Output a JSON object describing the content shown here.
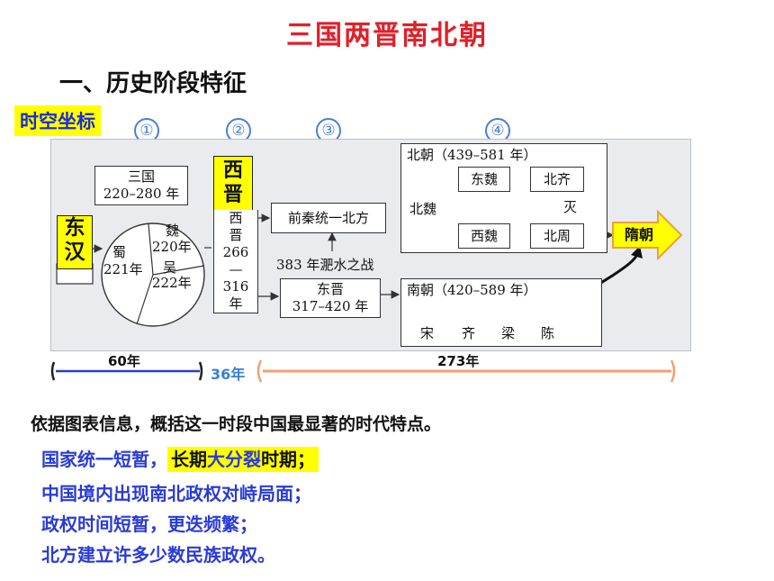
{
  "title": "三国两晋南北朝",
  "subtitle": "一、历史阶段特征",
  "tag": "时空坐标",
  "markers": [
    "①",
    "②",
    "③",
    "④"
  ],
  "diagram": {
    "donghan": "东汉",
    "sanguo_line1": "三国",
    "sanguo_line2": "220–280 年",
    "wei_line1": "魏",
    "wei_line2": "220年",
    "shu_line1": "蜀",
    "shu_line2": "221年",
    "wu_line1": "吴",
    "wu_line2": "222年",
    "xijin_label": "西晋",
    "xijin_box": [
      "西",
      "晋",
      "266",
      "—",
      "316",
      "年"
    ],
    "qianqin": "前秦统一北方",
    "feishui": "383 年淝水之战",
    "dongjin_line1": "东晋",
    "dongjin_line2": "317–420 年",
    "beichao": "北朝（439–581 年）",
    "beiwei": "北魏",
    "dongwei": "东魏",
    "xiwei": "西魏",
    "beiqi": "北齐",
    "beizhou": "北周",
    "mie": "灭",
    "nanchao": "南朝（420–589 年）",
    "nanchao_seq": [
      "宋",
      "齐",
      "梁",
      "陈"
    ],
    "suichao": "隋朝"
  },
  "spans": {
    "s1": "60年",
    "s2": "36年",
    "s3": "273年"
  },
  "question": "依据图表信息，概括这一时段中国最显著的时代特点。",
  "answers": {
    "a1_prefix": "国家统一短暂，",
    "a1_hl_part1": "长期",
    "a1_hl_part2": "大分裂",
    "a1_hl_part3": "时期；",
    "a2": "中国境内出现南北政权对峙局面；",
    "a3": "政权时间短暂，更迭频繁；",
    "a4": "北方建立许多少数民族政权。"
  },
  "colors": {
    "title": "#e0202a",
    "blue": "#2a3bd6",
    "highlight": "#ffff00",
    "orange": "#f0a070",
    "marker": "#4a7fd0"
  }
}
